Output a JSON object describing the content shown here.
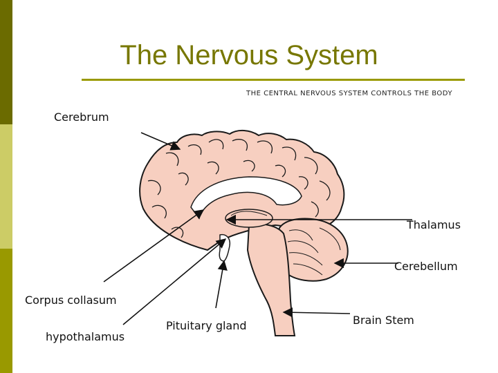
{
  "slide": {
    "title": "The Nervous System",
    "subtitle": "THE CENTRAL NERVOUS SYSTEM CONTROLS THE BODY"
  },
  "colors": {
    "accent_dark": "#6b6b00",
    "accent_light": "#cccc66",
    "accent_mid": "#999900",
    "title_color": "#777700",
    "brain_fill": "#f7cfc0",
    "brain_stroke": "#1a1a1a"
  },
  "labels": {
    "cerebrum": "Cerebrum",
    "thalamus": "Thalamus",
    "cerebellum": "Cerebellum",
    "corpus_collasum": "Corpus collasum",
    "hypothalamus": "hypothalamus",
    "pituitary_gland": "Pituitary gland",
    "brain_stem": "Brain Stem"
  }
}
